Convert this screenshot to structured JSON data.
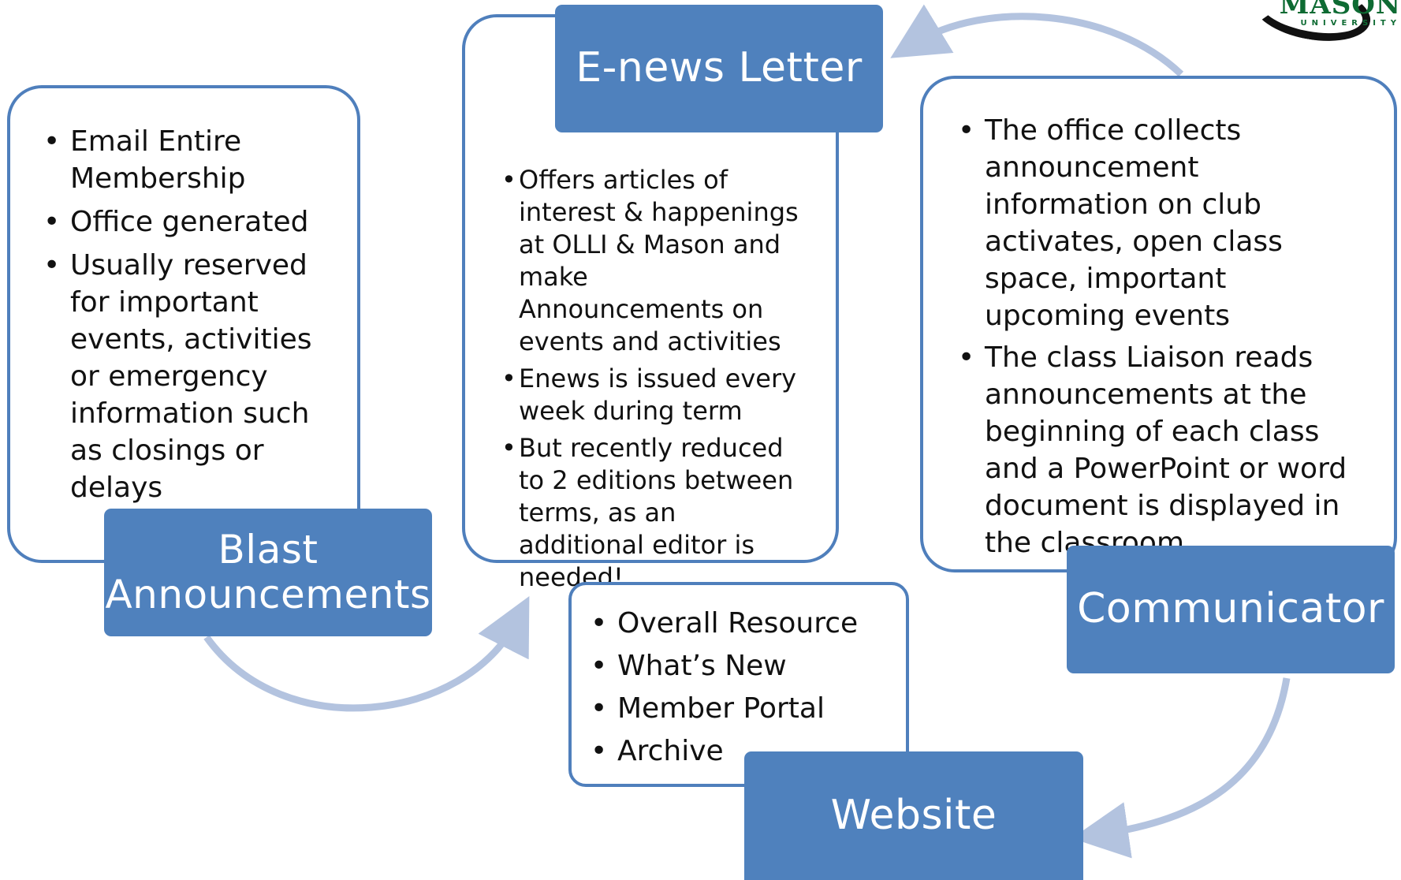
{
  "logo": {
    "word": "MASON",
    "sub": "UNIVERSITY"
  },
  "blast": {
    "title_lines": [
      "Blast",
      "Announcements"
    ],
    "items": [
      "Email Entire Membership",
      "Office generated",
      "Usually reserved for important events, activities or emergency information such as closings or delays"
    ]
  },
  "enews": {
    "title": "E-news Letter",
    "items": [
      "Offers articles of interest & happenings at OLLI & Mason and make Announcements on events and activities",
      "Enews is issued every week during term",
      "But recently reduced to 2 editions between terms, as an additional editor is needed!"
    ]
  },
  "communicator": {
    "title": "Communicator",
    "items": [
      "The office collects announcement information on club activates, open class space, important upcoming events",
      "The class Liaison reads announcements  at the beginning of each class and a PowerPoint or word document is displayed in the classroom"
    ]
  },
  "website": {
    "title": "Website",
    "items": [
      "Overall Resource",
      "What’s New",
      "Member Portal",
      "Archive"
    ]
  },
  "colors": {
    "title_fill": "#4f81bd",
    "panel_border": "#4f7fbc",
    "arrow": "#b3c3df",
    "logo_green": "#0e6b33"
  }
}
